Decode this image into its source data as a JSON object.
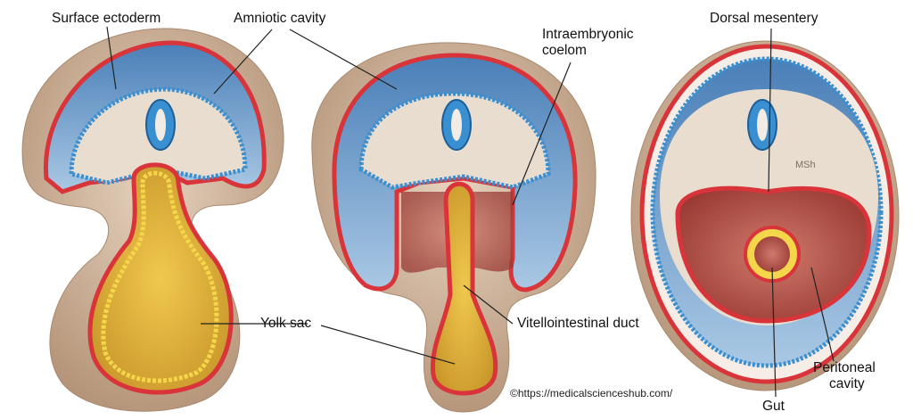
{
  "labels": {
    "surface_ectoderm": "Surface ectoderm",
    "amniotic_cavity": "Amniotic cavity",
    "intraembryonic_coelom_1": "Intraembryonic",
    "intraembryonic_coelom_2": "coelom",
    "dorsal_mesentery": "Dorsal mesentery",
    "msh": "MSh",
    "yolk_sac": "Yolk sac",
    "vitellointestinal_duct": "Vitellointestinal duct",
    "gut": "Gut",
    "peritoneal_cavity_1": "Peritoneal",
    "peritoneal_cavity_2": "cavity"
  },
  "credit": "©https://medicalscienceshub.com/",
  "colors": {
    "ectoderm_red": "#d8343a",
    "amnion_blue": "#3a8fd0",
    "mesoderm_beige": "#e9ddd0",
    "yolk_yellow": "#e8b83a",
    "body_tan": "#cdb39a",
    "cavity_red": "#b8504a"
  }
}
